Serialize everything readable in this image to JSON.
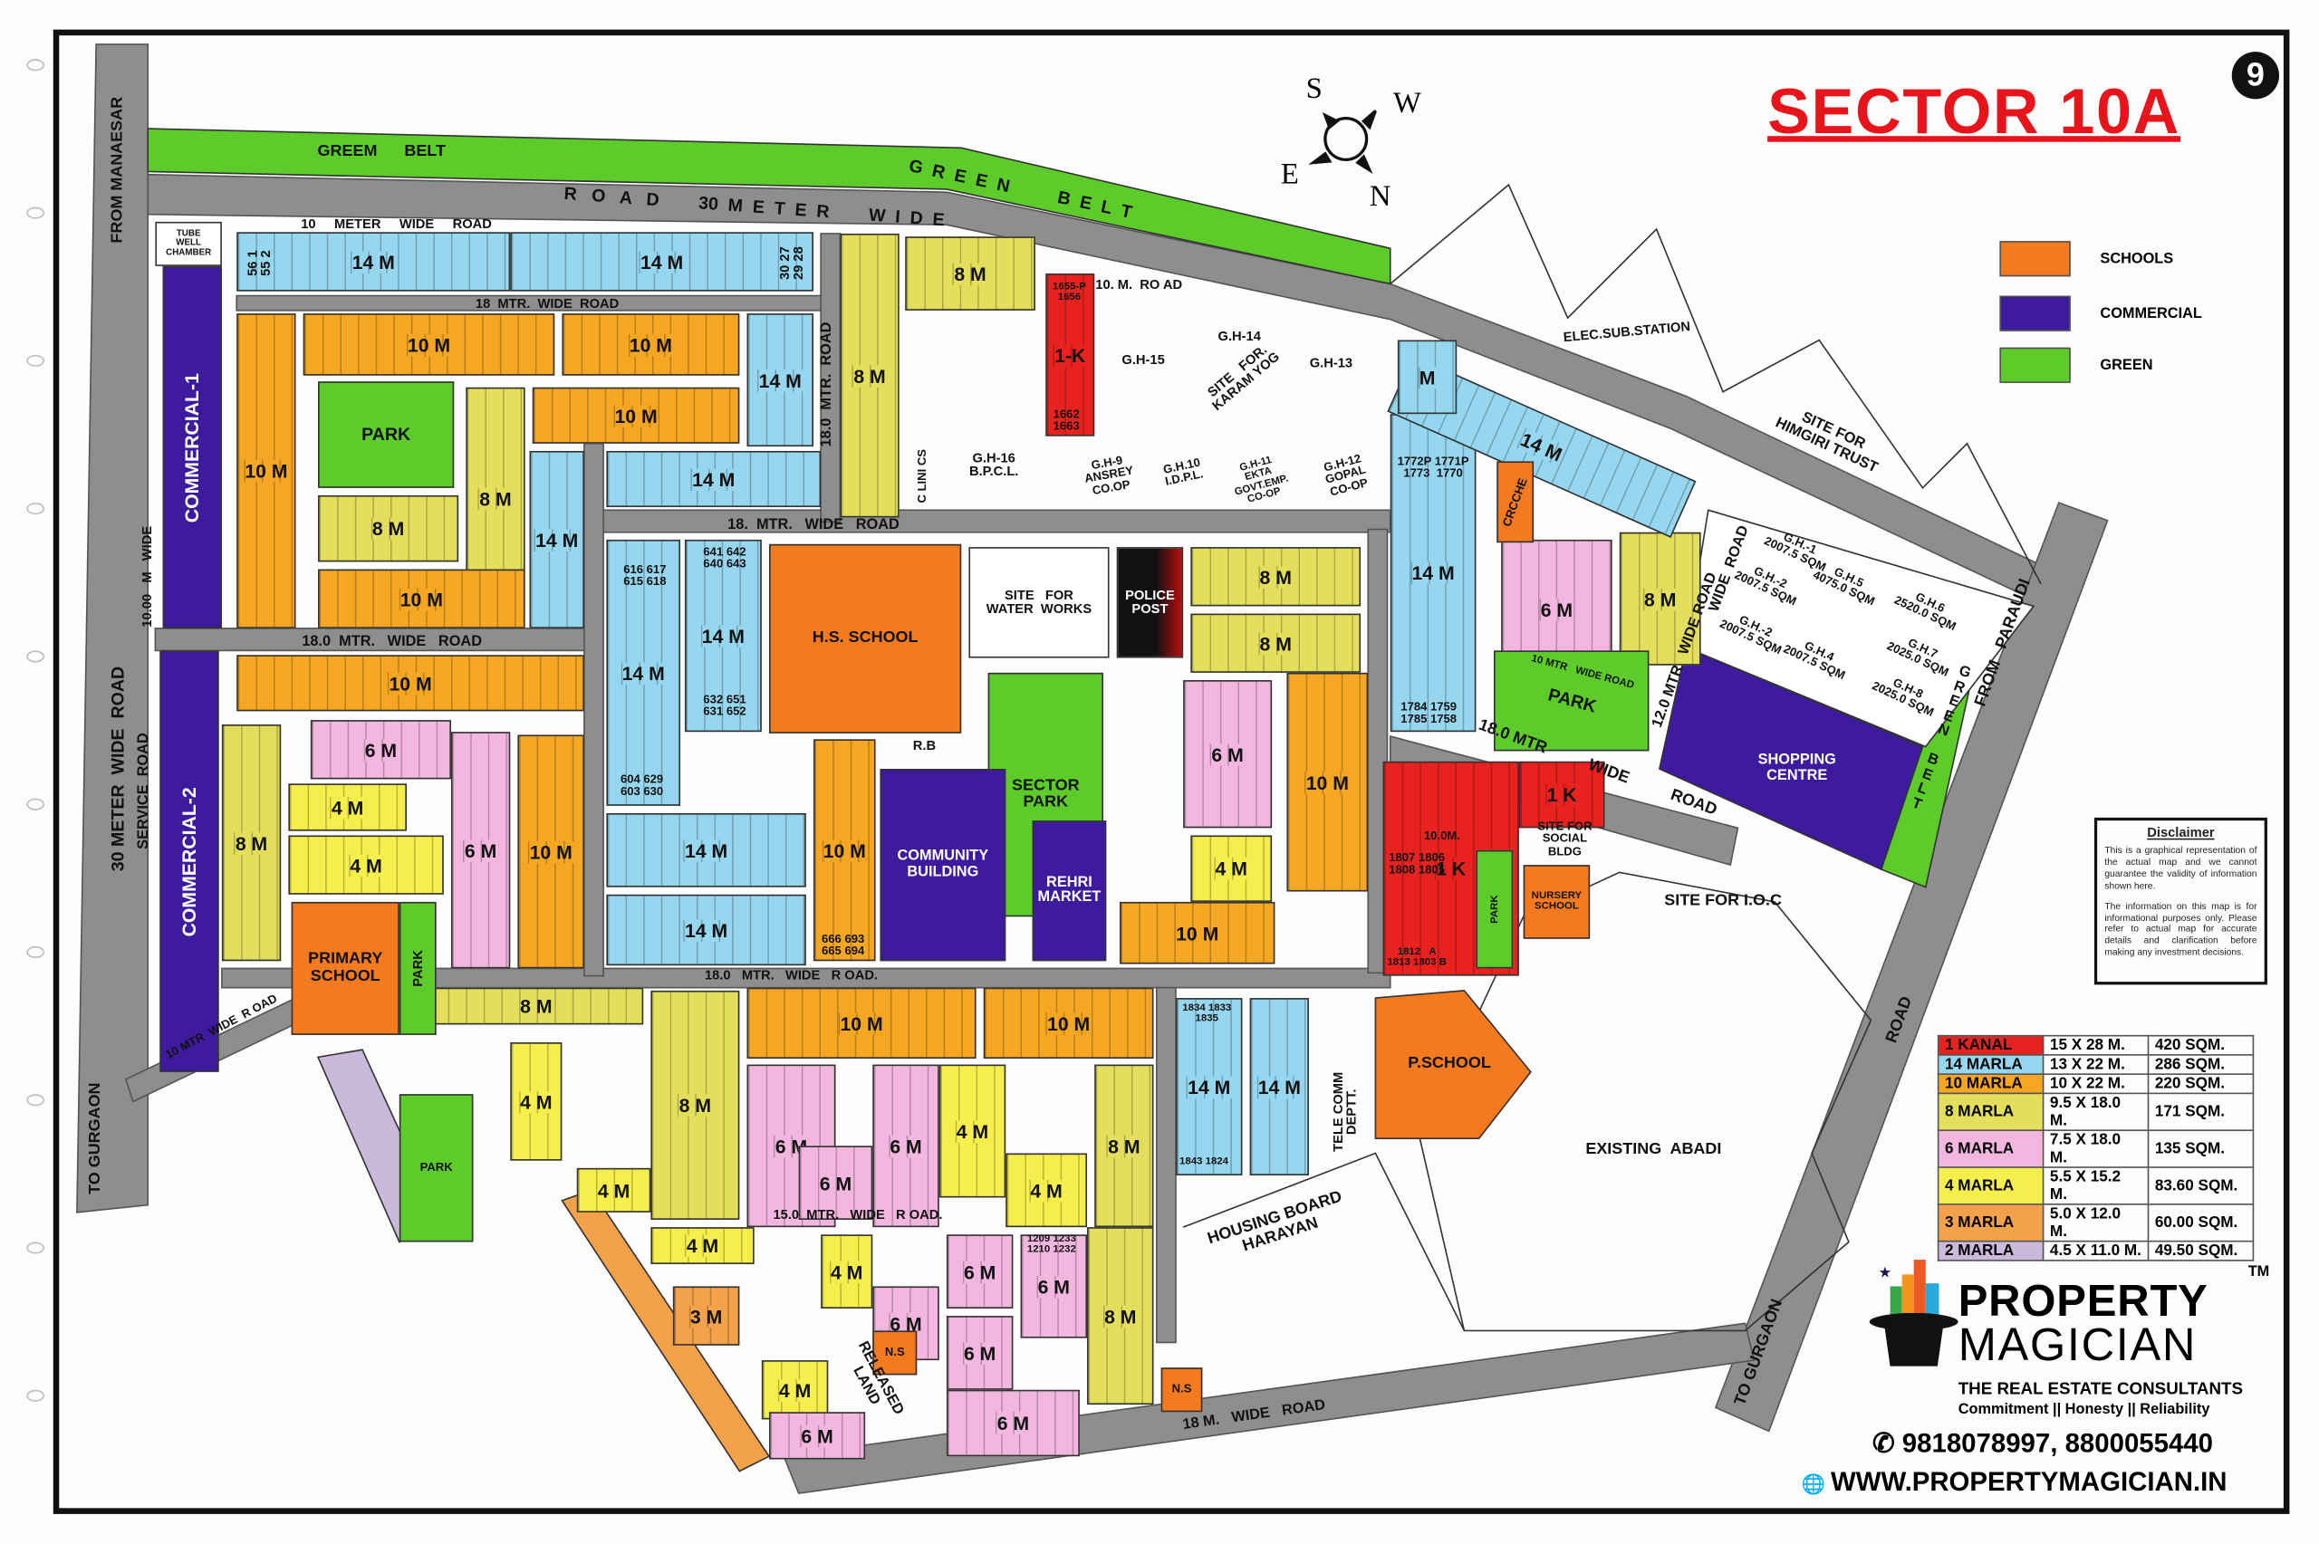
{
  "title": "SECTOR 10A",
  "sheet_number": "9",
  "compass": {
    "s": "S",
    "w": "W",
    "e": "E",
    "n": "N"
  },
  "legend": [
    {
      "label": "SCHOOLS",
      "color": "#f47a20"
    },
    {
      "label": "COMMERCIAL",
      "color": "#3d1a9e"
    },
    {
      "label": "GREEN",
      "color": "#5dcc2b"
    }
  ],
  "plot_sizes": [
    {
      "name": "1 KANAL",
      "dims": "15 X 28 M.",
      "area": "420 SQM.",
      "color": "#e8231f"
    },
    {
      "name": "14 MARLA",
      "dims": "13 X 22 M.",
      "area": "286 SQM.",
      "color": "#96d6ef"
    },
    {
      "name": "10 MARLA",
      "dims": "10 X 22 M.",
      "area": "220 SQM.",
      "color": "#f5a623"
    },
    {
      "name": "8 MARLA",
      "dims": "9.5 X 18.0 M.",
      "area": "171 SQM.",
      "color": "#e3df5c"
    },
    {
      "name": "6 MARLA",
      "dims": "7.5 X 18.0 M.",
      "area": "135 SQM.",
      "color": "#f3b7df"
    },
    {
      "name": "4 MARLA",
      "dims": "5.5 X 15.2 M.",
      "area": "83.60 SQM.",
      "color": "#f6ee4c"
    },
    {
      "name": "3 MARLA",
      "dims": "5.0 X 12.0 M.",
      "area": "60.00 SQM.",
      "color": "#f3a14a"
    },
    {
      "name": "2 MARLA",
      "dims": "4.5 X 11.0 M.",
      "area": "49.50 SQM.",
      "color": "#cbb9dc"
    }
  ],
  "disclaimer": {
    "heading": "Disclaimer",
    "p1": "This is a graphical representation of the actual map and we cannot guarantee the validity of information shown here.",
    "p2": "The information on this map is for informational purposes only. Please refer to actual map for accurate details and clarification before making any investment decisions."
  },
  "brand": {
    "line1": "PROPERTY",
    "line2": "MAGICIAN",
    "tm": "TM",
    "tagline": "THE REAL ESTATE CONSULTANTS",
    "values": "Commitment || Honesty || Reliability",
    "phone": "9818078997, 8800055440",
    "website": "WWW.PROPERTYMAGICIAN.IN"
  },
  "plots": [
    {
      "label": "14 M"
    },
    {
      "label": "14 M"
    },
    {
      "label": "8 M"
    },
    {
      "label": "8 M"
    },
    {
      "label": "1-K"
    },
    {
      "label": "10 M"
    },
    {
      "label": "10 M"
    },
    {
      "label": "10 M"
    },
    {
      "label": "14 M"
    },
    {
      "label": "8 M"
    },
    {
      "label": "10 M"
    },
    {
      "label": "8 M"
    },
    {
      "label": "14 M"
    },
    {
      "label": "14 M"
    },
    {
      "label": "10 M"
    },
    {
      "label": "10 M"
    },
    {
      "label": "14 M"
    },
    {
      "label": "14 M"
    },
    {
      "label": "8 M"
    },
    {
      "label": "8 M"
    },
    {
      "label": "6 M"
    },
    {
      "label": "4 M"
    },
    {
      "label": "10 M"
    },
    {
      "label": "10 M"
    },
    {
      "label": "10 M"
    },
    {
      "label": "14 M"
    },
    {
      "label": "14 M"
    },
    {
      "label": "6 M"
    },
    {
      "label": "4 M"
    },
    {
      "label": "4 M"
    },
    {
      "label": "6 M"
    },
    {
      "label": "10 M"
    },
    {
      "label": "8 M"
    },
    {
      "label": "8 M"
    },
    {
      "label": "10 M"
    },
    {
      "label": "10 M"
    },
    {
      "label": "8 M"
    },
    {
      "label": "4 M"
    },
    {
      "label": "6 M"
    },
    {
      "label": "6 M"
    },
    {
      "label": "4 M"
    },
    {
      "label": "8 M"
    },
    {
      "label": "6 M"
    },
    {
      "label": "4 M"
    },
    {
      "label": "14 M"
    },
    {
      "label": "14 M"
    },
    {
      "label": "4 M"
    },
    {
      "label": "4 M"
    },
    {
      "label": "4 M"
    },
    {
      "label": "6 M"
    },
    {
      "label": "6 M"
    },
    {
      "label": "6 M"
    },
    {
      "label": "6 M"
    },
    {
      "label": "8 M"
    },
    {
      "label": "6 M"
    },
    {
      "label": "4 M"
    },
    {
      "label": "6 M"
    },
    {
      "label": "3 M"
    },
    {
      "label": "14 M"
    },
    {
      "label": "1 K"
    },
    {
      "label": "1 K"
    },
    {
      "label": "6 M"
    },
    {
      "label": "8 M"
    },
    {
      "label": "14 M"
    },
    {
      "label": "M"
    }
  ],
  "places": [
    {
      "text": "COMMERCIAL-1"
    },
    {
      "text": "COMMERCIAL-2"
    },
    {
      "text": "TUBE\nWELL\nCHAMBER"
    },
    {
      "text": "PARK"
    },
    {
      "text": "H.S. SCHOOL"
    },
    {
      "text": "SITE   FOR\nWATER  WORKS"
    },
    {
      "text": "POLICE\nPOST"
    },
    {
      "text": "SECTOR\nPARK"
    },
    {
      "text": "COMMUNITY\nBUILDING"
    },
    {
      "text": "REHRI\nMARKET"
    },
    {
      "text": "PRIMARY\nSCHOOL"
    },
    {
      "text": "PARK"
    },
    {
      "text": "P.SCHOOL"
    },
    {
      "text": "PARK"
    },
    {
      "text": "CRCCHE"
    },
    {
      "text": "NURSERY\nSCHOOL"
    },
    {
      "text": "PARK"
    },
    {
      "text": "PARK"
    },
    {
      "text": "N.S"
    },
    {
      "text": "N.S"
    },
    {
      "text": "R.B"
    }
  ],
  "labels": [
    {
      "text": "SHOPPING\nCENTRE"
    },
    {
      "text": "SITE FOR\nSOCIAL\nBLDG"
    },
    {
      "text": "SITE FOR I.O.C"
    },
    {
      "text": "EXISTING  ABADI"
    },
    {
      "text": "HOUSING BOARD\nHARAYAN"
    },
    {
      "text": "TELE COMM\nDEPTT."
    },
    {
      "text": "RELEASED\nLAND"
    },
    {
      "text": "ELEC.SUB.STATION"
    },
    {
      "text": "SITE FOR\nHIMGIRI TRUST"
    },
    {
      "text": "G.H-15"
    },
    {
      "text": "G.H-14"
    },
    {
      "text": "SITE   FOR.\nKARAM YOG"
    },
    {
      "text": "G.H-13"
    },
    {
      "text": "G.H-16\nB.P.C.L."
    },
    {
      "text": "G.H-9\nANSREY\nCO.OP"
    },
    {
      "text": "G.H.10\nI.D.P.L."
    },
    {
      "text": "G.H-11\nEKTA\nGOVT.EMP.\nCO-OP"
    },
    {
      "text": "G.H-12\nGOPAL\nCO-OP"
    },
    {
      "text": "C LINI CS"
    },
    {
      "text": "G.H.-1\n2007.5 SQM"
    },
    {
      "text": "G.H.-2\n2007.5 SQM"
    },
    {
      "text": "G.H.-2\n2007.5 SQM"
    },
    {
      "text": "G.H.5\n4075.0 SQM"
    },
    {
      "text": "G.H.4\n2007.5 SQM"
    },
    {
      "text": "G.H.6\n2520.0 SQM"
    },
    {
      "text": "G.H.7\n2025.0 SQM"
    },
    {
      "text": "G.H-8\n2025.0 SQM"
    },
    {
      "text": "GREEM      BELT"
    },
    {
      "text": "G  R  E  E  N          B  E  L  T"
    },
    {
      "text": "R   O   A   D        30  M  E  T  E  R        W  I  D  E"
    },
    {
      "text": "FROM MANAESAR"
    },
    {
      "text": "30 METER  WIDE  ROAD"
    },
    {
      "text": "TO GURGAON"
    },
    {
      "text": "10     METER     WIDE     ROAD"
    },
    {
      "text": "18  MTR.  WIDE  ROAD"
    },
    {
      "text": "18.  MTR.   WIDE   ROAD"
    },
    {
      "text": "18.0  MTR.   WIDE   ROAD"
    },
    {
      "text": "18.0   MTR.   WIDE   R OAD."
    },
    {
      "text": "15.0  MTR.   WIDE   R OAD."
    },
    {
      "text": "18 M.   WIDE   ROAD"
    },
    {
      "text": "FROM   PARAUDI"
    },
    {
      "text": "TO GURGAON"
    },
    {
      "text": "ROAD"
    },
    {
      "text": "18.0 MTR          WIDE          ROAD"
    },
    {
      "text": "10. M.  RO AD"
    },
    {
      "text": "SERVICE  ROAD"
    },
    {
      "text": "10.00   M   WIDE"
    },
    {
      "text": "18.0  MTR.  ROAD"
    },
    {
      "text": "10 MTR  WIDE  R OAD"
    },
    {
      "text": "G\nR\nE\nE\nN\n\nB\nE\nL\nT"
    },
    {
      "text": "10 MTR   WIDE ROAD"
    },
    {
      "text": "12.0 MTR   WIDE ROAD"
    },
    {
      "text": "WIDE  ROAD"
    },
    {
      "text": "10.0M."
    },
    {
      "text": "1655-P\n1656"
    },
    {
      "text": "1662\n1663"
    },
    {
      "text": "1772P 1771P\n1773  1770"
    },
    {
      "text": "1784 1759\n1785 1758"
    },
    {
      "text": "1807 1806\n1808 1805"
    },
    {
      "text": "1812   A\n1813 1803 B"
    },
    {
      "text": "1834 1833\n1835"
    },
    {
      "text": "1843 1824"
    },
    {
      "text": "56 1\n55 2"
    },
    {
      "text": "30 27\n29 28"
    },
    {
      "text": "616 617\n615 618"
    },
    {
      "text": "641 642\n640 643"
    },
    {
      "text": "632 651\n631 652"
    },
    {
      "text": "604 629\n603 630"
    },
    {
      "text": "666 693\n665 694"
    },
    {
      "text": "1209 1233\n1210 1232"
    }
  ]
}
